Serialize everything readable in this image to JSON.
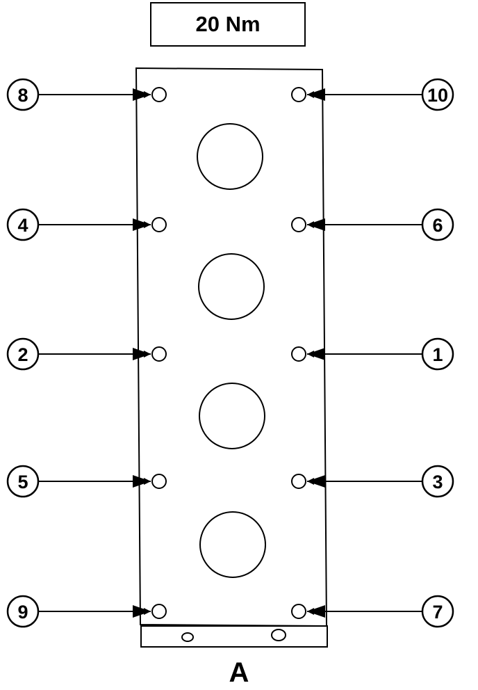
{
  "torque": {
    "label": "20 Nm"
  },
  "view": {
    "label": "A"
  },
  "sequence": {
    "left": [
      "8",
      "4",
      "2",
      "5",
      "9"
    ],
    "right": [
      "10",
      "6",
      "1",
      "3",
      "7"
    ]
  },
  "colors": {
    "ink": "#000000",
    "background": "#ffffff"
  }
}
